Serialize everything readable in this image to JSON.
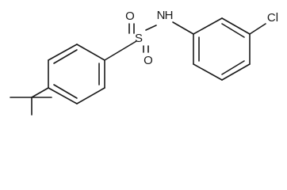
{
  "molecule": {
    "atom_labels": {
      "sulfur": "S",
      "oxygen_top": "O",
      "oxygen_bottom": "O",
      "nitrogen": "N",
      "hydrogen": "H",
      "chlorine": "Cl"
    }
  }
}
